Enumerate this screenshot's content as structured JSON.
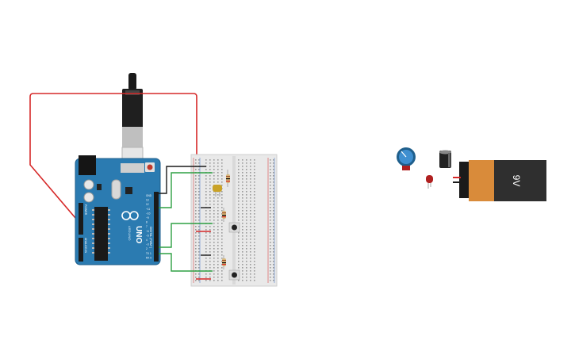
{
  "board": {
    "logo": "UNO",
    "brand": "ARDUINO",
    "digital_header": "DIGITAL (PWM~)",
    "analog_header": "ANALOG IN",
    "power_header": "POWER",
    "pin_labels": [
      "GND",
      "13",
      "12",
      "~11",
      "~10",
      "~9",
      "8",
      "7",
      "~6",
      "~5",
      "4",
      "~3",
      "2",
      "TX 1",
      "RX 0"
    ]
  },
  "battery": {
    "label": "9V"
  },
  "colors": {
    "board": "#2b7bb1",
    "board_dark": "#1f5f8c",
    "wire_red": "#d62828",
    "wire_green": "#2ea043",
    "wire_black": "#1a1a1a",
    "breadboard": "#e9e9e9",
    "battery_copper": "#d98b3a",
    "battery_body": "#2f2f2f"
  }
}
